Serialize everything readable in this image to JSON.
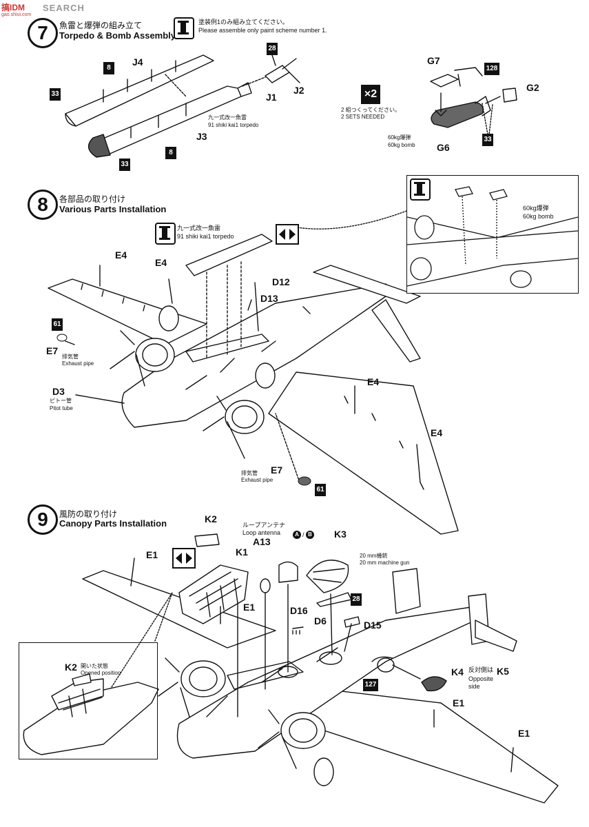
{
  "watermark": {
    "logo": "搞IDM",
    "site": "SEARCH",
    "url": "gao.shiui.com"
  },
  "step7": {
    "number": "7",
    "title_jp": "魚雷と爆弾の組み立て",
    "title_en": "Torpedo & Bomb Assembly",
    "scheme_note_jp": "塗装例1のみ組み立てください。",
    "scheme_note_en": "Please assemble only paint scheme number 1.",
    "parts": {
      "j4": "J4",
      "j1": "J1",
      "j2": "J2",
      "j3": "J3",
      "g7": "G7",
      "g2": "G2",
      "g6": "G6"
    },
    "paint": {
      "p8a": "8",
      "p33a": "33",
      "p33b": "33",
      "p8b": "8",
      "p28": "28",
      "p128": "128",
      "p33c": "33"
    },
    "torpedo_jp": "九一式改一魚雷",
    "torpedo_en": "91 shiki kai1 torpedo",
    "sets_badge": "×2",
    "sets_jp": "2 組つくってください。",
    "sets_en": "2 SETS NEEDED",
    "bomb_jp": "60kg爆弾",
    "bomb_en": "60kg bomb"
  },
  "step8": {
    "number": "8",
    "title_jp": "各部品の取り付け",
    "title_en": "Various Parts Installation",
    "torpedo_jp": "九一式改一魚雷",
    "torpedo_en": "91 shiki kai1 torpedo",
    "inset_bomb_jp": "60kg爆弾",
    "inset_bomb_en": "60kg bomb",
    "parts": {
      "e4a": "E4",
      "e4b": "E4",
      "e4c": "E4",
      "e4d": "E4",
      "d12": "D12",
      "d13": "D13",
      "e7a": "E7",
      "e7b": "E7",
      "d3": "D3"
    },
    "paint": {
      "p61a": "61",
      "p61b": "61"
    },
    "exhaust_jp": "排気管",
    "exhaust_en": "Exhaust pipe",
    "pitot_jp": "ピトー管",
    "pitot_en": "Pitot tube"
  },
  "step9": {
    "number": "9",
    "title_jp": "風防の取り付け",
    "title_en": "Canopy Parts Installation",
    "loop_jp": "ループアンテナ",
    "loop_en": "Loop antenna",
    "ab_a": "A",
    "ab_b": "B",
    "gun_jp": "20 mm機銃",
    "gun_en": "20 mm machine gun",
    "opened_jp": "開いた状態",
    "opened_en": "Opened position",
    "opposite_jp": "反対側は",
    "opposite_en": "Opposite side",
    "parts": {
      "k2": "K2",
      "k1": "K1",
      "a13": "A13",
      "k3": "K3",
      "e1a": "E1",
      "e1b": "E1",
      "e1c": "E1",
      "e1d": "E1",
      "d16": "D16",
      "d6": "D6",
      "d15": "D15",
      "k4": "K4",
      "k5": "K5",
      "k2i": "K2"
    },
    "paint": {
      "p28": "28",
      "p127": "127"
    }
  }
}
